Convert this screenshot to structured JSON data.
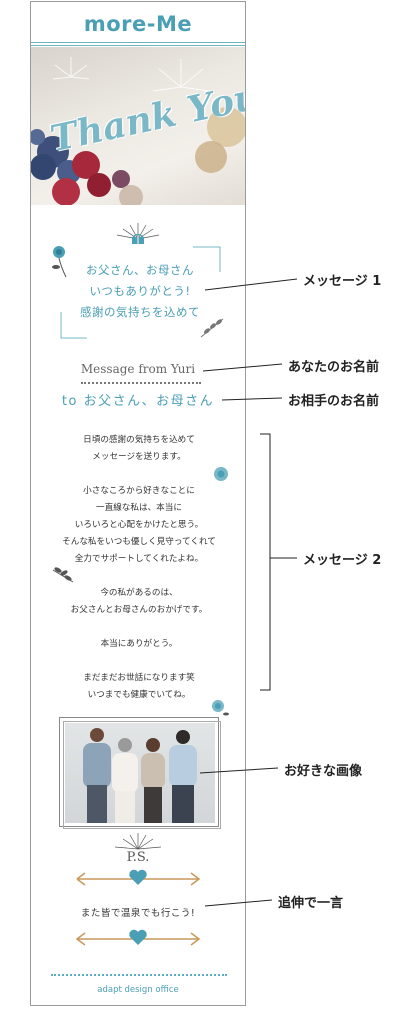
{
  "brand": "more-Me",
  "hero": {
    "script_text": "Thank You"
  },
  "message1": {
    "lines": [
      "お父さん、お母さん",
      "いつもありがとう!",
      "感謝の気持ちを込めて"
    ]
  },
  "from": "Message from Yuri",
  "to": "to お父さん、お母さん",
  "body": "日頃の感謝の気持ちを込めて\nメッセージを送ります。\n\n小さなころから好きなことに\n一直線な私は、本当に\nいろいろと心配をかけたと思う。\nそんな私をいつも優しく見守ってくれて\n全力でサポートしてくれたよね。\n\n今の私があるのは、\nお父さんとお母さんのおかげです。\n\n本当にありがとう。\n\nまだまだお世話になります笑\nいつまでも健康でいてね。",
  "ps": {
    "label": "P.S.",
    "message": "また皆で温泉でも行こう!"
  },
  "footer": "adapt design office",
  "annotations": {
    "message1": "メッセージ 1",
    "your_name": "あなたのお名前",
    "partner_name": "お相手のお名前",
    "message2": "メッセージ 2",
    "image": "お好きな画像",
    "ps": "追伸で一言"
  },
  "colors": {
    "accent": "#4a9fb5",
    "heart": "#4a9fb5",
    "arrow": "#c9975a",
    "text": "#333333"
  }
}
